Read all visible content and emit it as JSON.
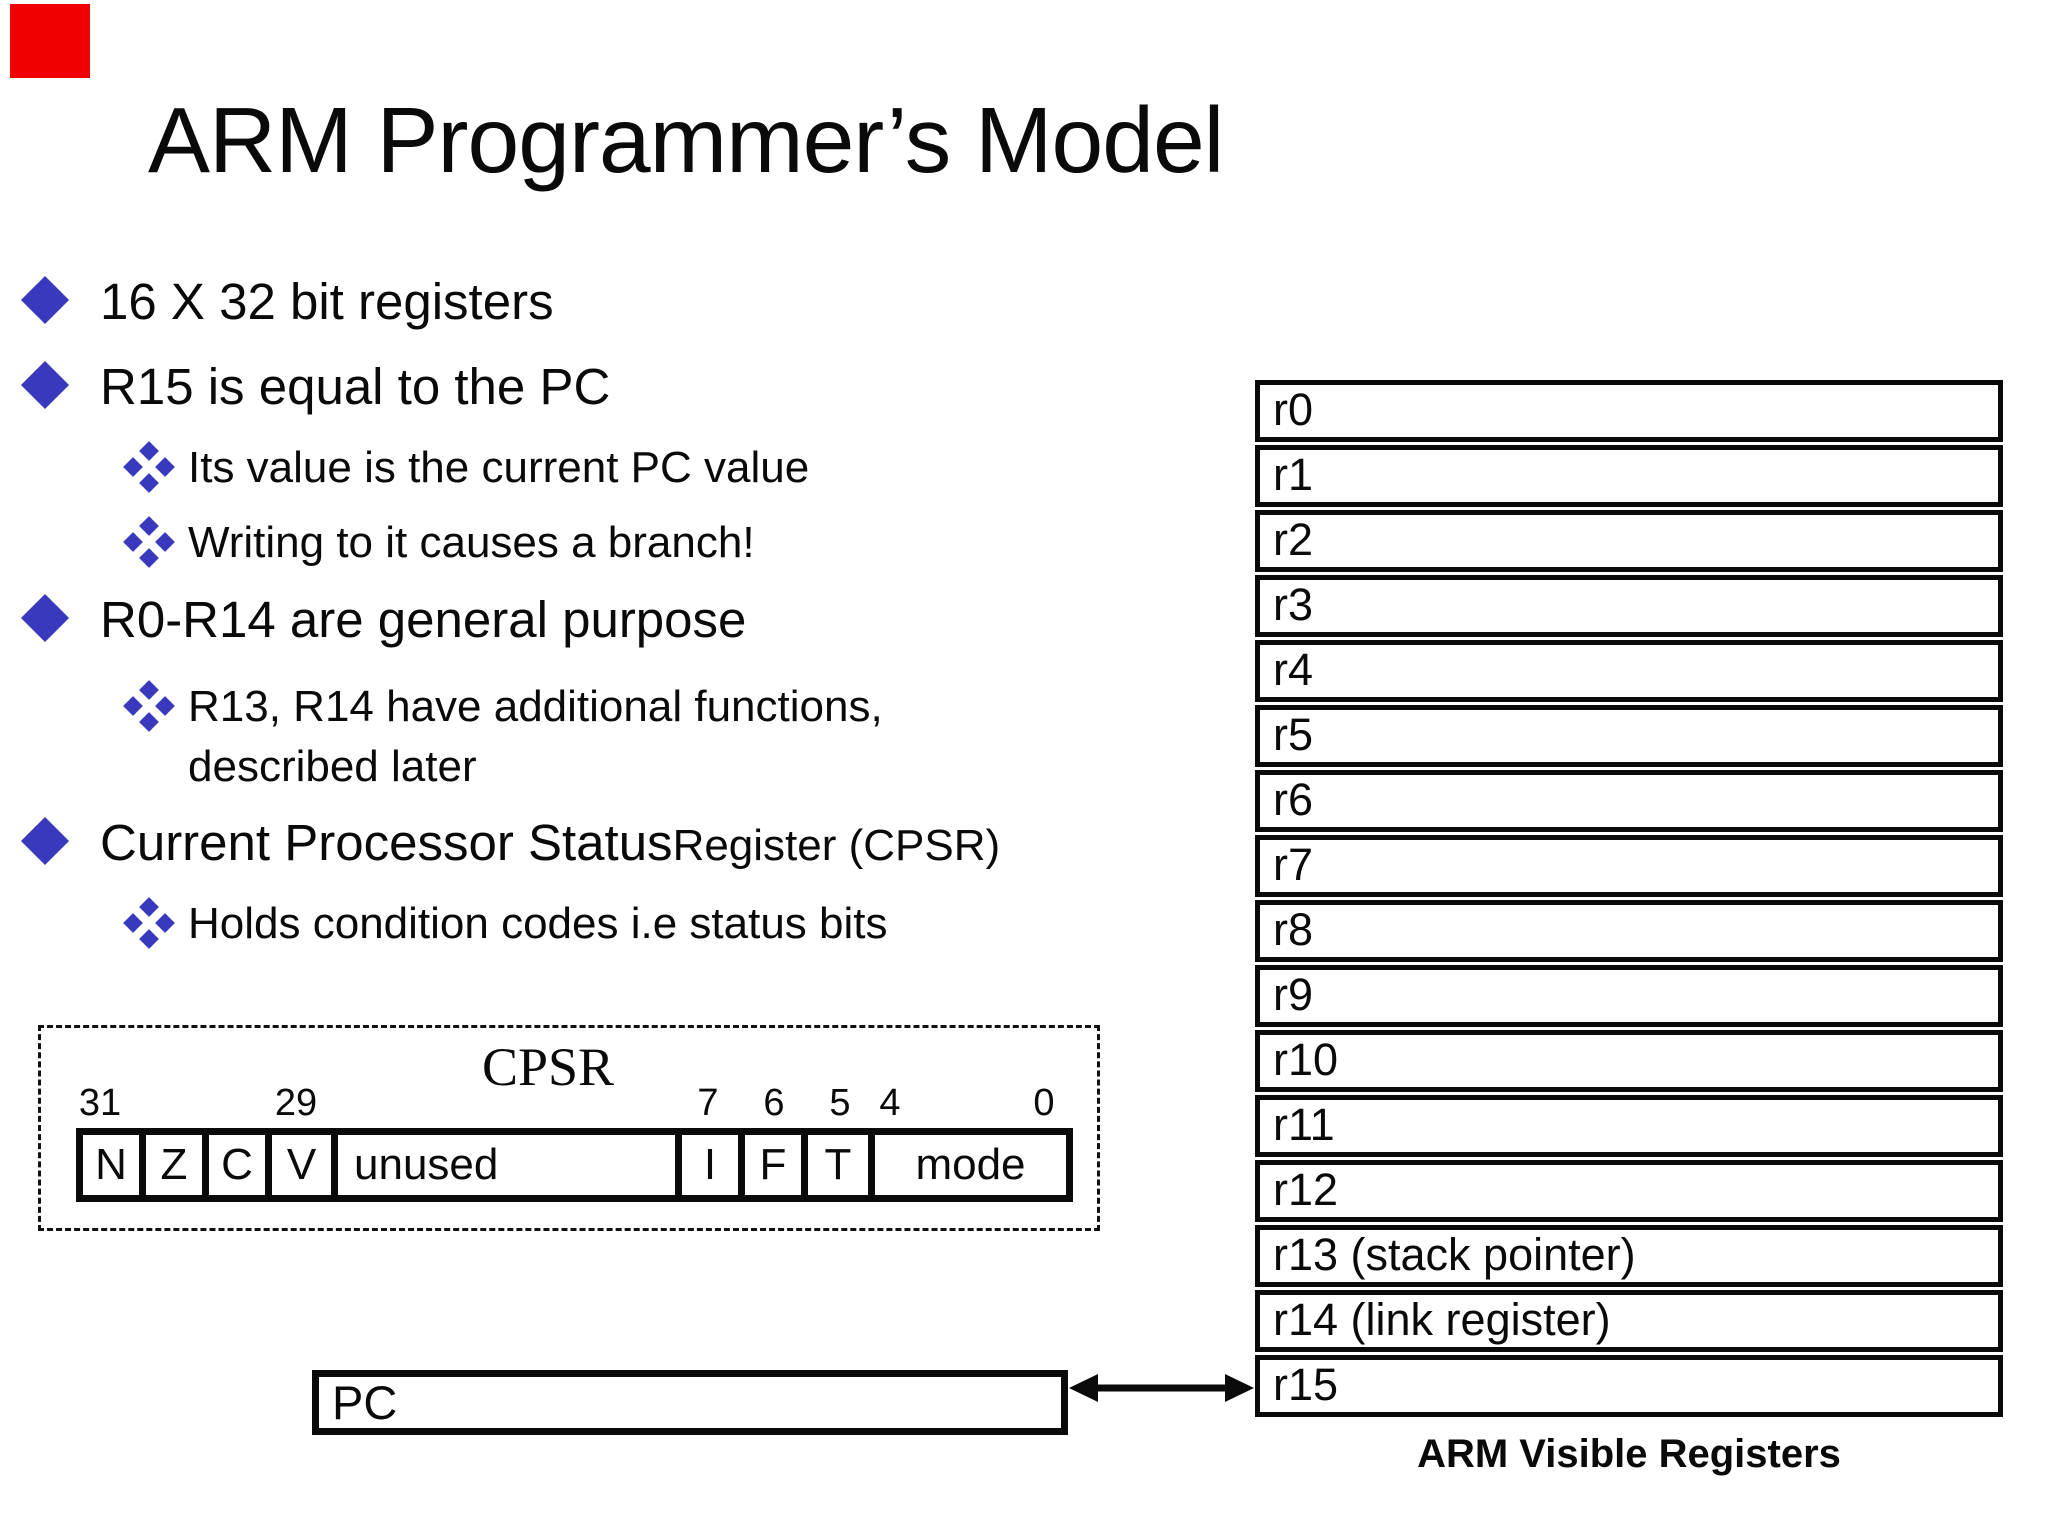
{
  "slide": {
    "title": "ARM Programmer’s Model",
    "bullets": [
      {
        "level": 1,
        "text": "16 X 32 bit registers"
      },
      {
        "level": 1,
        "text": "R15 is equal to the PC"
      },
      {
        "level": 2,
        "text": "Its value is the current PC value"
      },
      {
        "level": 2,
        "text": "Writing to it causes a branch!"
      },
      {
        "level": 1,
        "text": "R0-R14 are general purpose"
      },
      {
        "level": 2,
        "text": "R13, R14 have additional functions, described later"
      },
      {
        "level": 1,
        "text": "Current Processor Status ",
        "text_small": "Register (CPSR)"
      },
      {
        "level": 2,
        "text": "Holds condition codes i.e status bits"
      }
    ]
  },
  "cpsr": {
    "title": "CPSR",
    "bit_numbers": [
      {
        "label": "31"
      },
      {
        "label": "29"
      },
      {
        "label": "7"
      },
      {
        "label": "6"
      },
      {
        "label": "5"
      },
      {
        "label": "4"
      },
      {
        "label": "0"
      }
    ],
    "fields": [
      {
        "label": "N"
      },
      {
        "label": "Z"
      },
      {
        "label": "C"
      },
      {
        "label": "V"
      },
      {
        "label": "unused"
      },
      {
        "label": "I"
      },
      {
        "label": "F"
      },
      {
        "label": "T"
      },
      {
        "label": "mode"
      }
    ]
  },
  "registers": {
    "rows": [
      "r0",
      "r1",
      "r2",
      "r3",
      "r4",
      "r5",
      "r6",
      "r7",
      "r8",
      "r9",
      "r10",
      "r11",
      "r12",
      "r13 (stack pointer)",
      "r14 (link register)",
      "r15"
    ],
    "caption": "ARM Visible Registers"
  },
  "pc": {
    "label": "PC"
  },
  "colors": {
    "bullet_diamond": "#3939be",
    "red_bar": "#f10000",
    "text": "#0a0a0a"
  }
}
